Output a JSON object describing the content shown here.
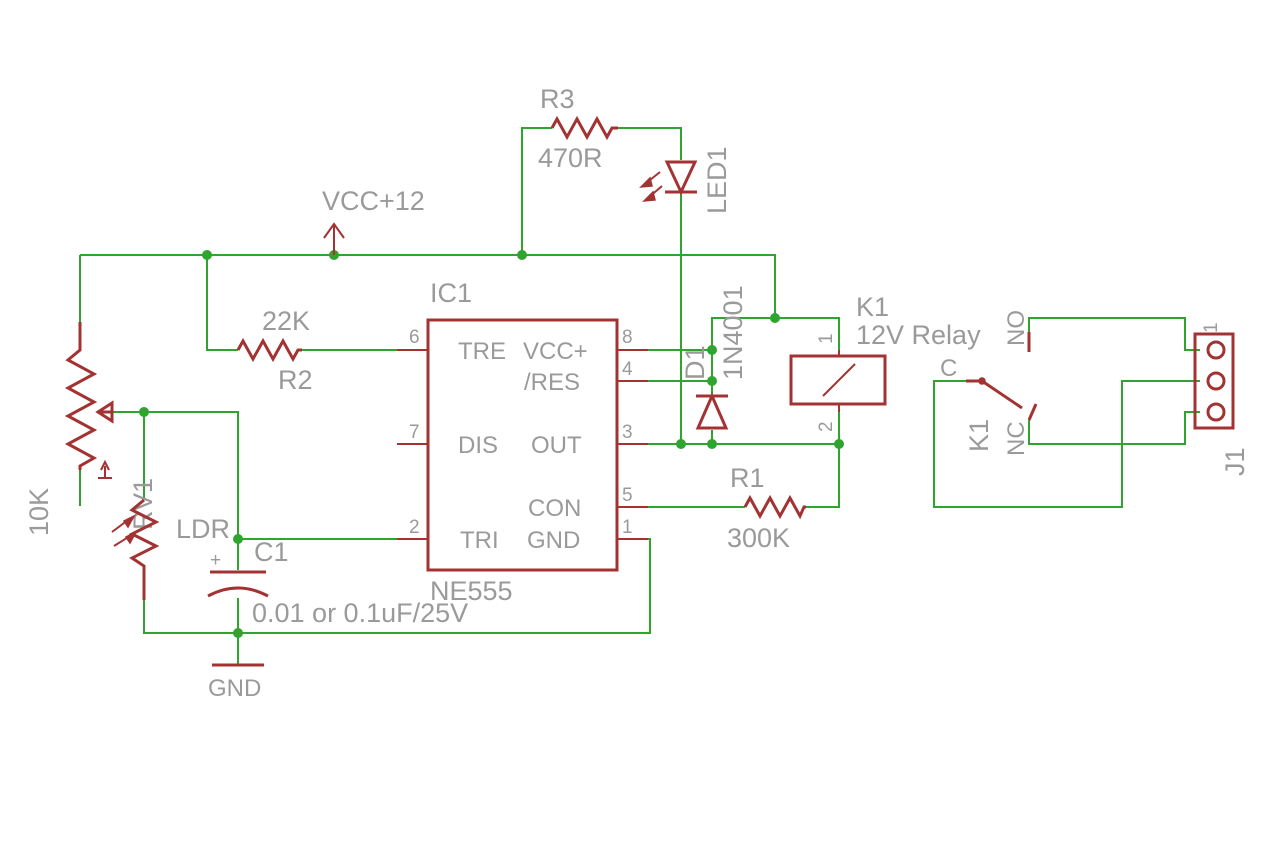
{
  "colors": {
    "wire": "#2fa42f",
    "component": "#a33333",
    "label": "#9a9a9a",
    "background": "#ffffff"
  },
  "power": {
    "vcc_label": "VCC+12",
    "gnd_label": "GND"
  },
  "ic1": {
    "name": "IC1",
    "part": "NE555",
    "pins": [
      {
        "number": "8",
        "label": "VCC+"
      },
      {
        "number": "4",
        "label": "/RES"
      },
      {
        "number": "3",
        "label": "OUT"
      },
      {
        "number": "5",
        "label": "CON"
      },
      {
        "number": "1",
        "label": "GND"
      },
      {
        "number": "6",
        "label": "TRE"
      },
      {
        "number": "7",
        "label": "DIS"
      },
      {
        "number": "2",
        "label": "TRI"
      }
    ]
  },
  "r1": {
    "name": "R1",
    "value": "300K"
  },
  "r2": {
    "name": "R2",
    "value": "22K"
  },
  "r3": {
    "name": "R3",
    "value": "470R"
  },
  "rv1": {
    "name": "RV1",
    "value": "10K"
  },
  "ldr": {
    "name": "LDR"
  },
  "c1": {
    "name": "C1",
    "value": "0.01 or 0.1uF/25V",
    "plus": "+"
  },
  "led1": {
    "name": "LED1"
  },
  "d1": {
    "name": "D1",
    "value": "1N4001"
  },
  "k1_coil": {
    "name": "K1",
    "value": "12V Relay",
    "pin1": "1",
    "pin2": "2"
  },
  "k1_switch": {
    "name": "K1",
    "c": "C",
    "no": "NO",
    "nc": "NC"
  },
  "j1": {
    "name": "J1",
    "pin1": "1"
  }
}
